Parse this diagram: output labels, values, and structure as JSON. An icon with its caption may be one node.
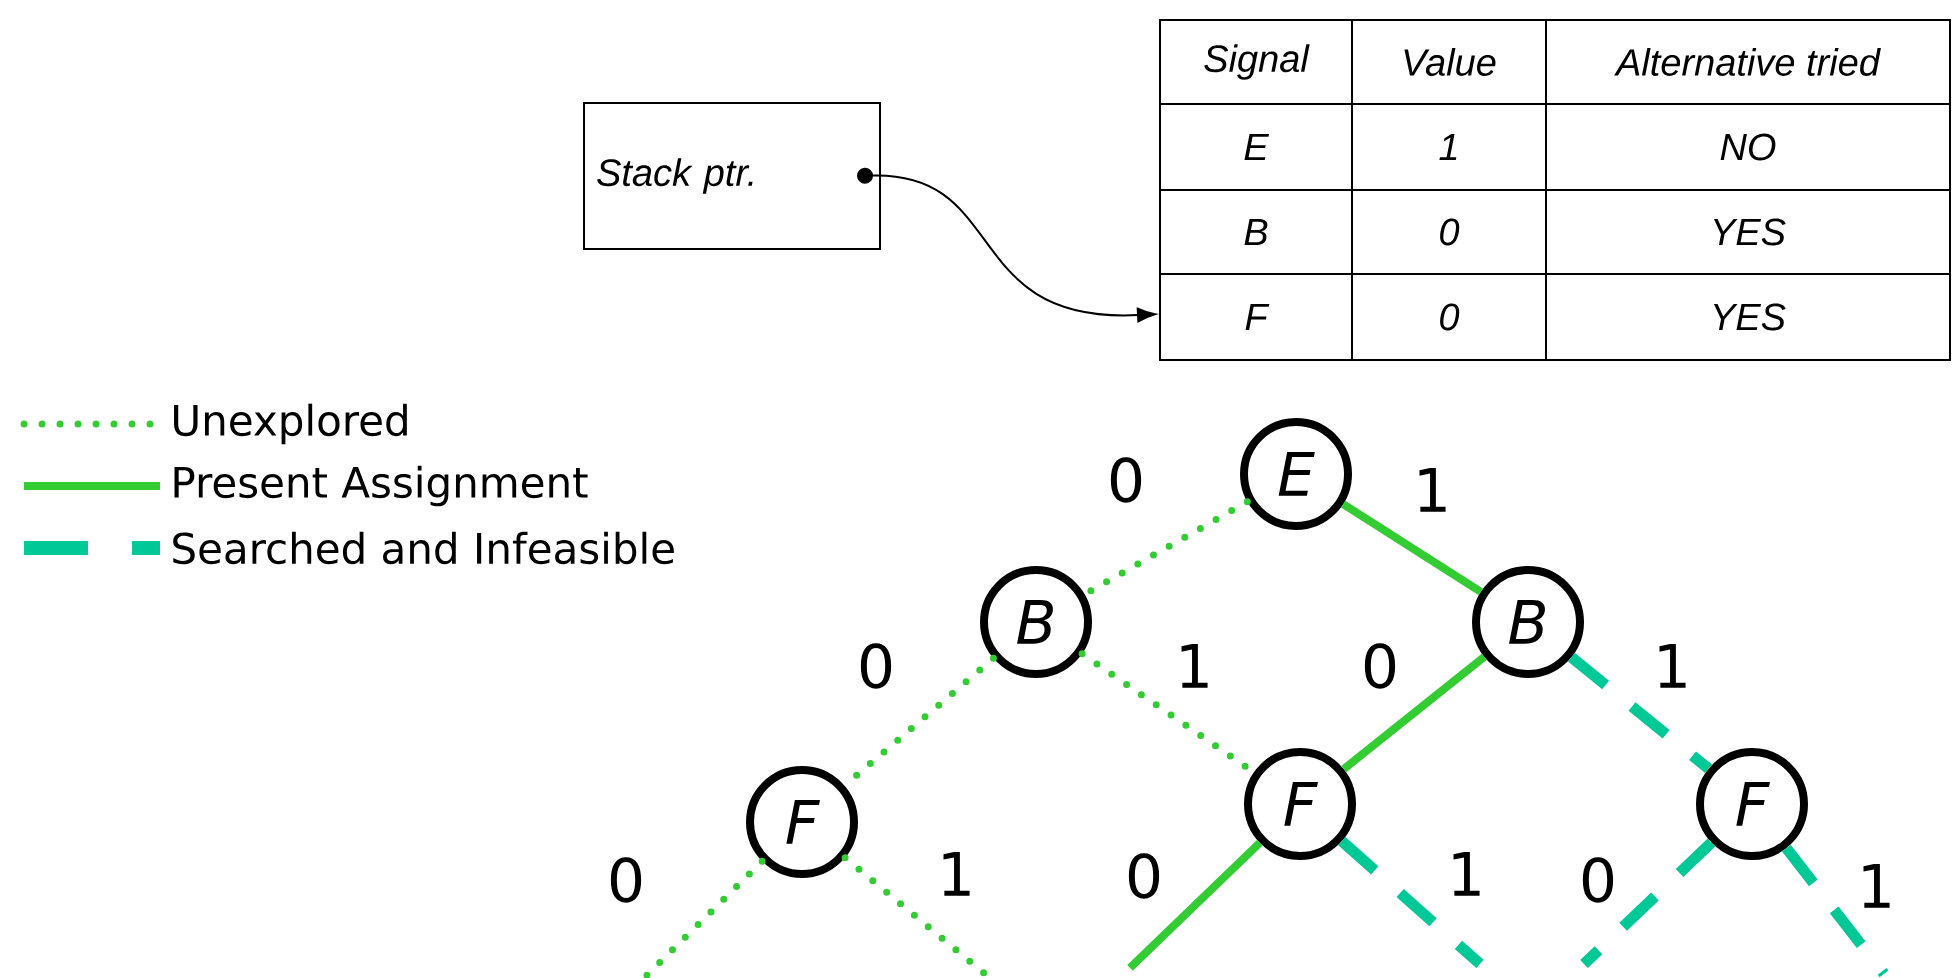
{
  "diagram": {
    "nodes": [
      {
        "text": [
          "Stack ptr."
        ]
      },
      {
        "text": [],
        "shape": "box"
      },
      {
        "text": [
          "E"
        ]
      },
      {
        "text": [
          "B"
        ]
      },
      {
        "text": [
          "B"
        ]
      },
      {
        "text": [
          "F"
        ]
      },
      {
        "text": [
          "F"
        ]
      },
      {
        "text": [
          "F"
        ]
      }
    ],
    "edges": [
      {
        "from": 0,
        "to": 1,
        "arrow": "to",
        "color": "#000000"
      },
      {
        "from": 2,
        "to": 3,
        "arrow": "none",
        "style": "dashed",
        "label": "0"
      },
      {
        "from": 2,
        "to": 4,
        "arrow": "none",
        "label": "1"
      },
      {
        "from": 3,
        "to": 5,
        "arrow": "none",
        "style": "dashed",
        "label": "0"
      },
      {
        "from": 3,
        "to": 6,
        "arrow": "none",
        "style": "dashed",
        "label": "1"
      },
      {
        "from": 4,
        "to": 6,
        "arrow": "none",
        "label": "0"
      },
      {
        "from": 4,
        "to": 7,
        "arrow": "none",
        "style": "dashed",
        "color": "#00c896",
        "label": "1"
      },
      {
        "from": 5,
        "to": null,
        "arrow": "none",
        "style": "dashed",
        "label": "0"
      },
      {
        "from": 5,
        "to": null,
        "arrow": "none",
        "style": "dashed",
        "label": "1"
      },
      {
        "from": 6,
        "to": null,
        "arrow": "none",
        "label": "0"
      },
      {
        "from": 6,
        "to": null,
        "arrow": "none",
        "style": "dashed",
        "color": "#00c896",
        "label": "1"
      },
      {
        "from": 7,
        "to": null,
        "arrow": "none",
        "style": "dashed",
        "color": "#00c896",
        "label": "0"
      },
      {
        "from": 7,
        "to": null,
        "arrow": "none",
        "style": "dashed",
        "color": "#00c896",
        "label": "1"
      }
    ],
    "labels": [
      "Signal",
      "Value",
      "Alternative tried",
      "E",
      "1",
      "NO",
      "B",
      "0",
      "YES",
      "F",
      "0",
      "YES"
    ],
    "legend": [
      {
        "text": "Unexplored"
      },
      {
        "text": "Present Assignment"
      },
      {
        "text": "Searched and Infeasible"
      }
    ]
  }
}
